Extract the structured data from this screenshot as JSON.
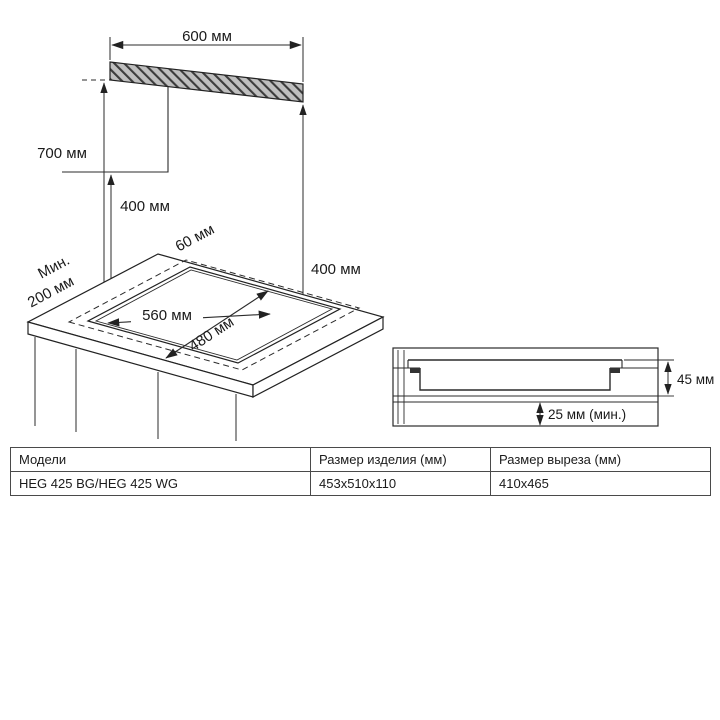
{
  "main_diagram": {
    "dim_hood_width": "600 мм",
    "dim_hood_height": "700 мм",
    "dim_cabinet_height_left": "400 мм",
    "dim_cabinet_height_right": "400 мм",
    "dim_back_edge_gap": "60 мм",
    "dim_min_word": "Мин.",
    "dim_min_value": "200 мм",
    "dim_cutout_width": "560 мм",
    "dim_cutout_depth": "480 мм"
  },
  "side_view": {
    "dim_recess_depth": "45 мм",
    "dim_min_clearance": "25 мм (мин.)"
  },
  "table": {
    "headers": [
      "Модели",
      "Размер изделия (мм)",
      "Размер выреза (мм)"
    ],
    "rows": [
      {
        "model": "HEG 425 BG/HEG 425 WG",
        "product_size": "453x510x110",
        "cutout_size": "410x465"
      }
    ]
  }
}
